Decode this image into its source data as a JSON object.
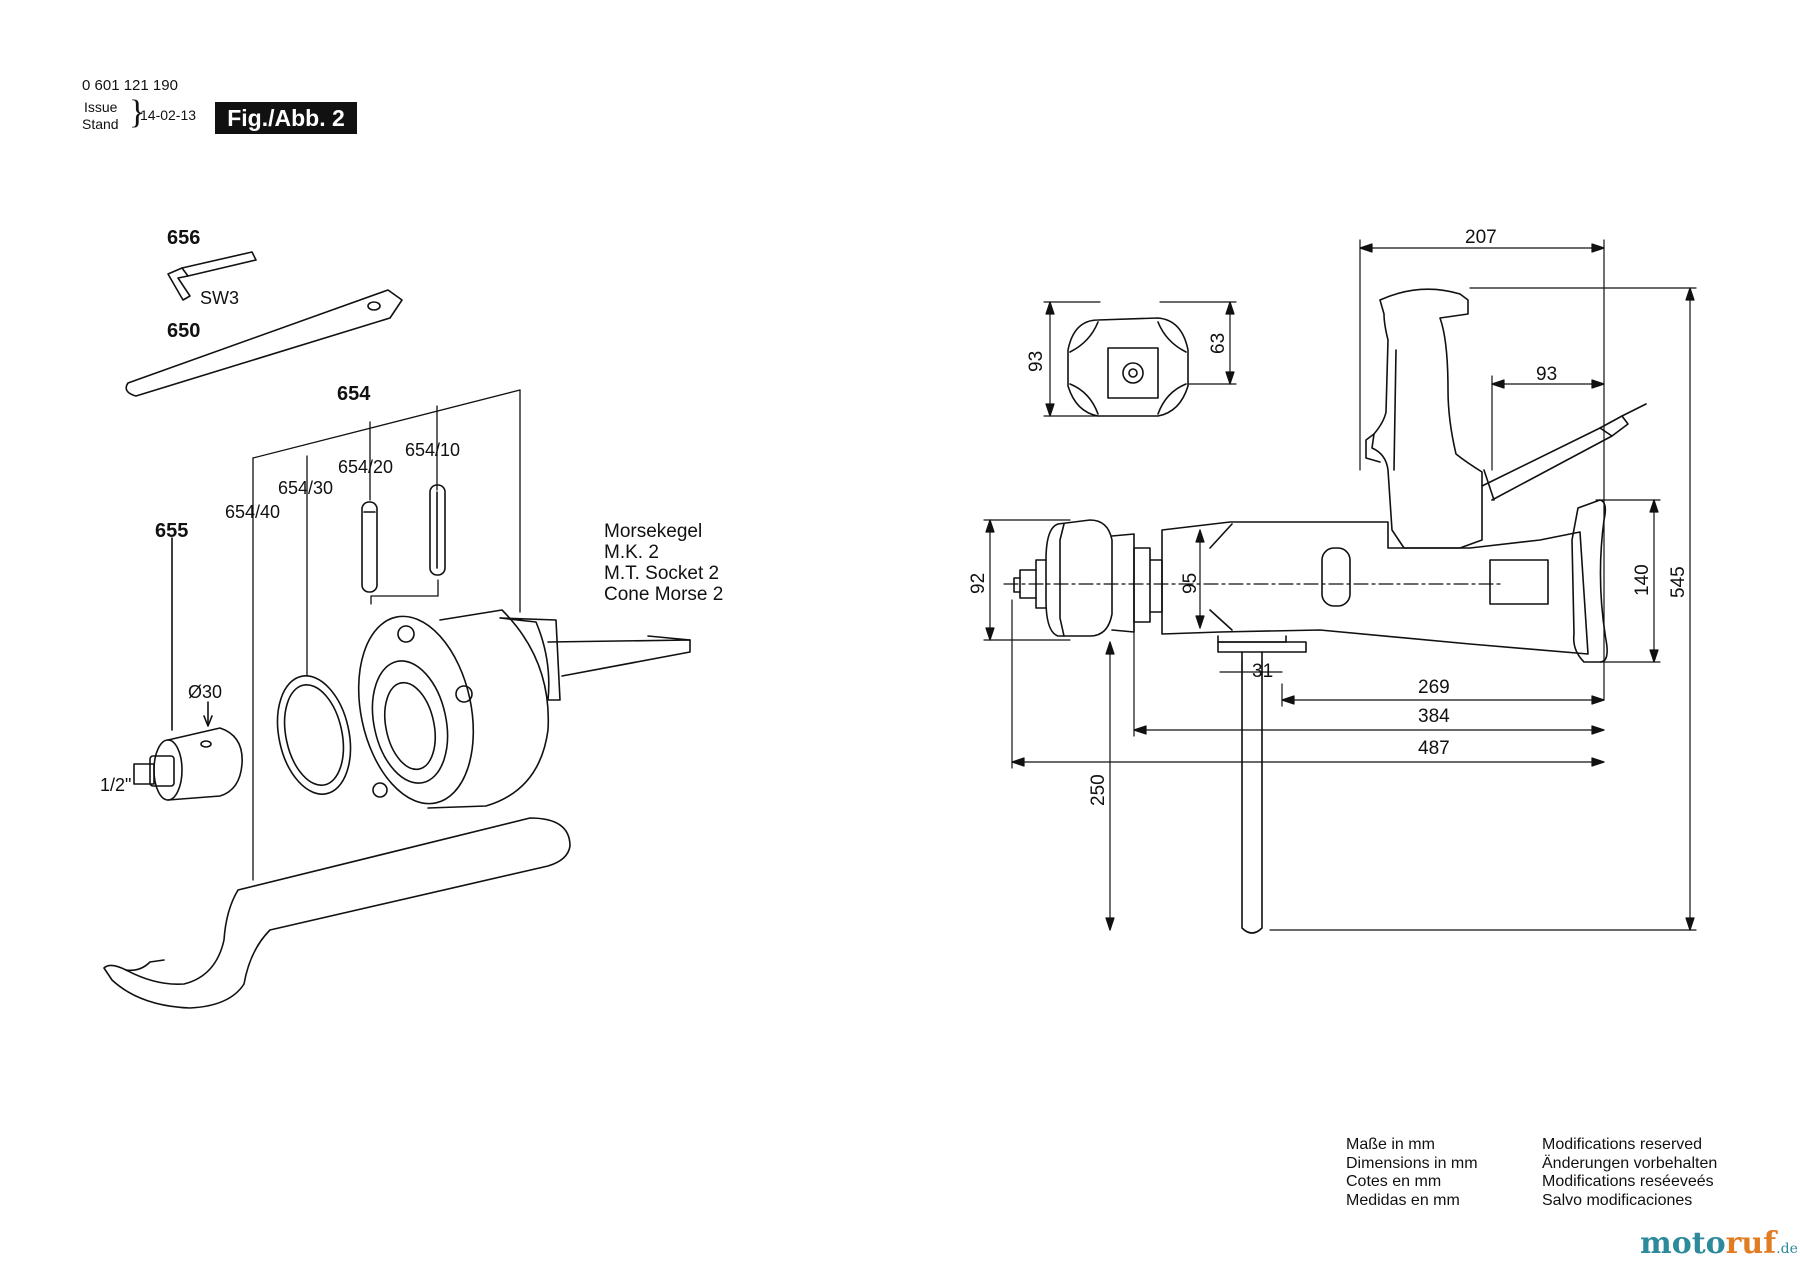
{
  "header": {
    "part_number": "0 601 121 190",
    "issue_label": "Issue",
    "stand_label": "Stand",
    "date": "14-02-13",
    "figure": "Fig./Abb. 2"
  },
  "parts": {
    "p656": "656",
    "sw3": "SW3",
    "p650": "650",
    "p654": "654",
    "p654_10": "654/10",
    "p654_20": "654/20",
    "p654_30": "654/30",
    "p654_40": "654/40",
    "p655": "655",
    "d30": "Ø30",
    "half_inch": "1/2\""
  },
  "morse": {
    "line1": "Morsekegel",
    "line2": "M.K. 2",
    "line3": "M.T. Socket 2",
    "line4": "Cone Morse 2"
  },
  "dimensions": {
    "d207": "207",
    "d93_top": "93",
    "d93_side": "93",
    "d63": "63",
    "d92": "92",
    "d95": "95",
    "d140": "140",
    "d545": "545",
    "d31": "31",
    "d269": "269",
    "d384": "384",
    "d487": "487",
    "d250": "250"
  },
  "notes": {
    "left": [
      "Maße in mm",
      "Dimensions in mm",
      "Cotes en mm",
      "Medidas en mm"
    ],
    "right": [
      "Modifications reserved",
      "Änderungen vorbehalten",
      "Modifications reséeveés",
      "Salvo modificaciones"
    ]
  },
  "watermark": {
    "a": "moto",
    "b": "ruf",
    "c": ".de",
    "color_a": "#2c8a9a",
    "color_b": "#e07c22"
  }
}
